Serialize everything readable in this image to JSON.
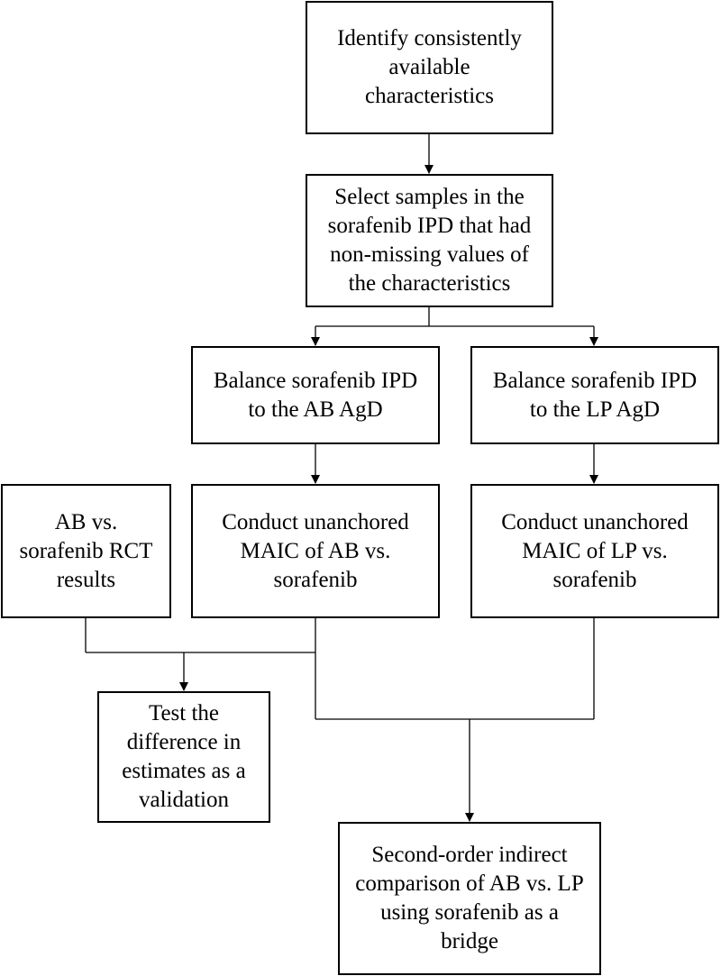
{
  "diagram": {
    "nodes": [
      {
        "id": "identify",
        "text": "Identify consistently\navailable\ncharacteristics"
      },
      {
        "id": "select",
        "text": "Select samples in the\nsorafenib IPD that had\nnon-missing values of\nthe characteristics"
      },
      {
        "id": "balance_ab",
        "text": "Balance sorafenib IPD\nto the AB AgD"
      },
      {
        "id": "balance_lp",
        "text": "Balance sorafenib IPD\nto the LP AgD"
      },
      {
        "id": "rct",
        "text": "AB vs.\nsorafenib RCT\nresults"
      },
      {
        "id": "maic_ab",
        "text": "Conduct unanchored\nMAIC  of AB vs.\nsorafenib"
      },
      {
        "id": "maic_lp",
        "text": "Conduct unanchored\nMAIC  of LP vs.\nsorafenib"
      },
      {
        "id": "test",
        "text": "Test the\ndifference in\nestimates as a\nvalidation"
      },
      {
        "id": "second_order",
        "text": "Second-order indirect\ncomparison of AB vs. LP\nusing sorafenib as a\nbridge"
      }
    ],
    "edges": [
      {
        "from": "identify",
        "to": "select"
      },
      {
        "from": "select",
        "to": "balance_ab"
      },
      {
        "from": "select",
        "to": "balance_lp"
      },
      {
        "from": "balance_ab",
        "to": "maic_ab"
      },
      {
        "from": "balance_lp",
        "to": "maic_lp"
      },
      {
        "from": "rct",
        "to": "test"
      },
      {
        "from": "maic_ab",
        "to": "test"
      },
      {
        "from": "maic_ab",
        "to": "second_order"
      },
      {
        "from": "maic_lp",
        "to": "second_order"
      }
    ]
  }
}
